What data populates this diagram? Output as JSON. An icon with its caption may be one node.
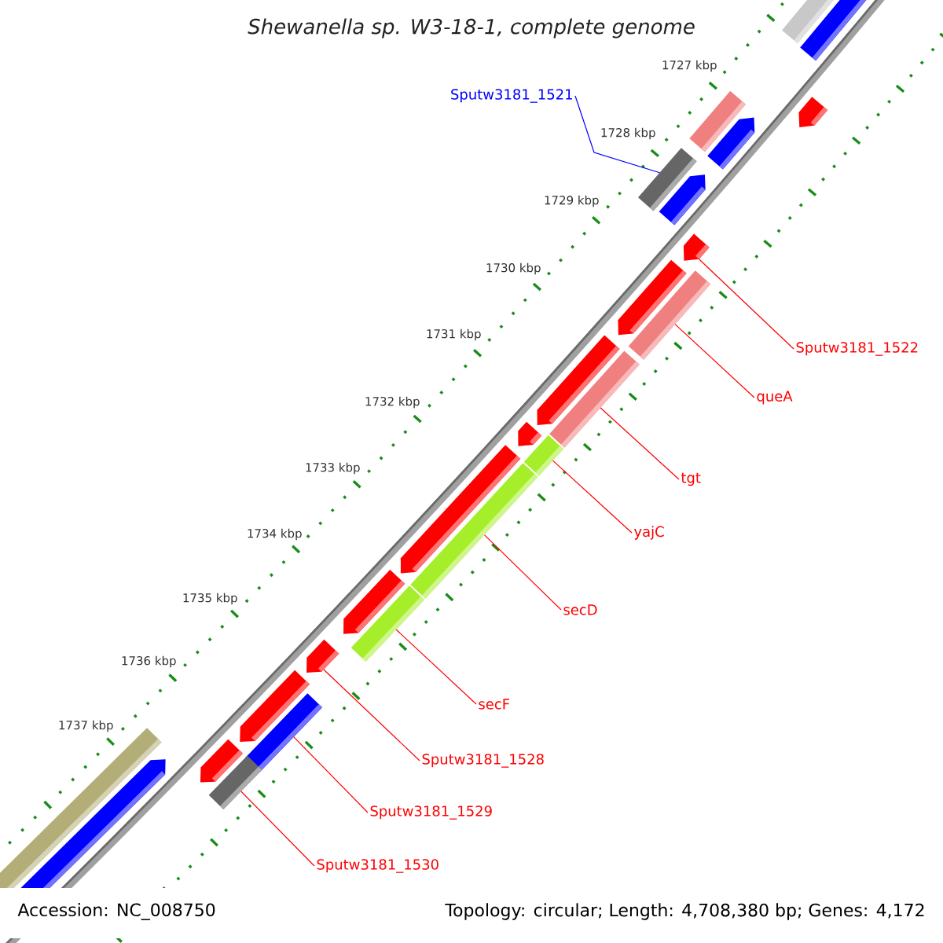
{
  "diagram": {
    "title": "Shewanella sp. W3-18-1, complete genome",
    "nodes": [
      {
        "text": [
          "Sputw3181_1521"
        ]
      },
      {
        "text": [],
        "shape": "bar"
      },
      {
        "text": [
          "Sputw3181_1522"
        ]
      },
      {
        "text": [],
        "shape": "pentagon"
      },
      {
        "text": [
          "queA"
        ]
      },
      {
        "text": [],
        "shape": "bar"
      },
      {
        "text": [
          "tgt"
        ]
      },
      {
        "text": [],
        "shape": "bar"
      },
      {
        "text": [
          "yajC"
        ]
      },
      {
        "text": [],
        "shape": "bar"
      },
      {
        "text": [
          "secD"
        ]
      },
      {
        "text": [],
        "shape": "bar"
      },
      {
        "text": [
          "secF"
        ]
      },
      {
        "text": [],
        "shape": "bar"
      },
      {
        "text": [
          "Sputw3181_1528"
        ]
      },
      {
        "text": [],
        "shape": "pentagon"
      },
      {
        "text": [
          "Sputw3181_1529"
        ]
      },
      {
        "text": [],
        "shape": "bar"
      },
      {
        "text": [
          "Sputw3181_1530"
        ]
      },
      {
        "text": [],
        "shape": "bar"
      },
      {
        "text": [],
        "shape": "pentagon"
      }
    ],
    "edges": [
      {
        "from": 0,
        "to": 1,
        "arrow": "none",
        "color": "#0000ff"
      },
      {
        "from": 2,
        "to": 3,
        "arrow": "none"
      },
      {
        "from": 4,
        "to": 5,
        "arrow": "none"
      },
      {
        "from": 6,
        "to": 7,
        "arrow": "none"
      },
      {
        "from": 8,
        "to": 9,
        "arrow": "none"
      },
      {
        "from": 10,
        "to": 11,
        "arrow": "none"
      },
      {
        "from": 12,
        "to": 13,
        "arrow": "none"
      },
      {
        "from": 14,
        "to": 15,
        "arrow": "none"
      },
      {
        "from": 16,
        "to": 17,
        "arrow": "none"
      },
      {
        "from": 18,
        "to": 19,
        "arrow": "none"
      }
    ],
    "labels": [
      "1727 kbp",
      "1728 kbp",
      "1729 kbp",
      "1730 kbp",
      "1731 kbp",
      "1732 kbp",
      "1733 kbp",
      "1734 kbp",
      "1735 kbp",
      "1736 kbp",
      "1737 kbp",
      "Accession: NC_008750",
      "Topology: circular; Length: 4,708,380 bp; Genes: 4,172"
    ]
  }
}
